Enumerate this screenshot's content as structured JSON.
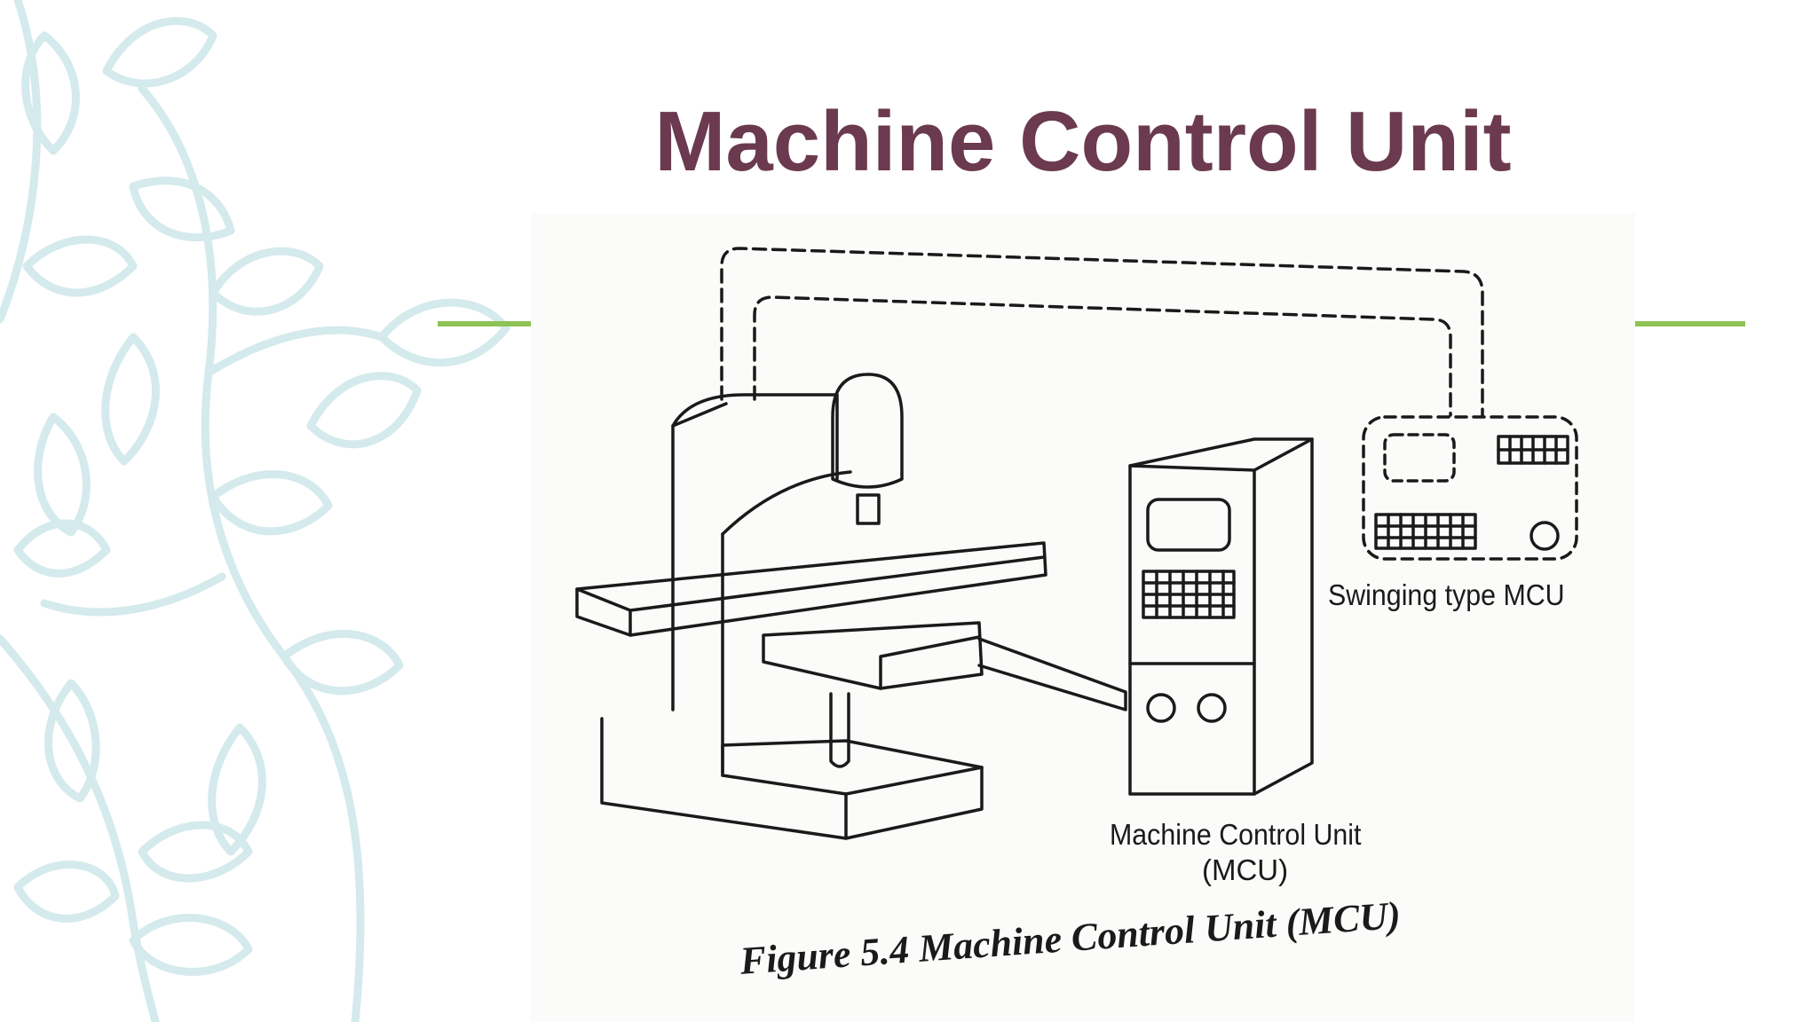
{
  "slide": {
    "title": "Machine Control Unit",
    "accent_color": "#8dc354",
    "title_color": "#6b3a4f",
    "decoration": "leaf-vine"
  },
  "figure": {
    "label_swinging": "Swinging type MCU",
    "label_mcu_line1": "Machine Control Unit",
    "label_mcu_line2": "(MCU)",
    "caption": "Figure 5.4 Machine Control Unit (MCU)"
  }
}
